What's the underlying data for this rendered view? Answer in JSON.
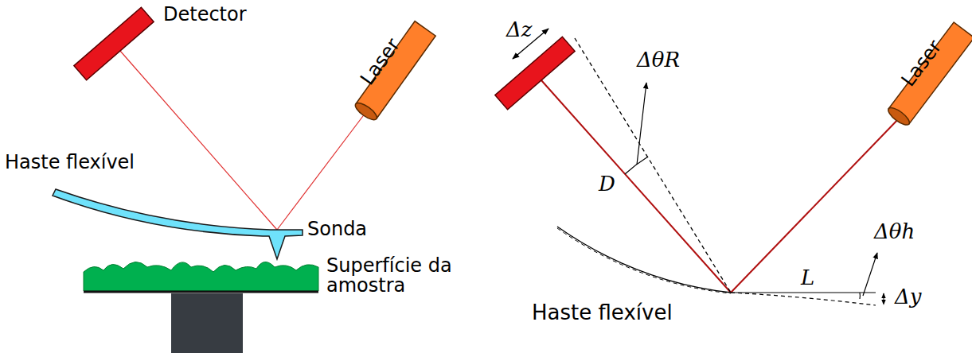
{
  "diagram": {
    "labels": [
      "Detector",
      "Laser",
      "Haste flexível",
      "Sonda",
      "Superfície da amostra",
      "Δz",
      "ΔθR",
      "D",
      "L",
      "Δθh",
      "Δy",
      "Laser",
      "Haste flexível"
    ]
  }
}
